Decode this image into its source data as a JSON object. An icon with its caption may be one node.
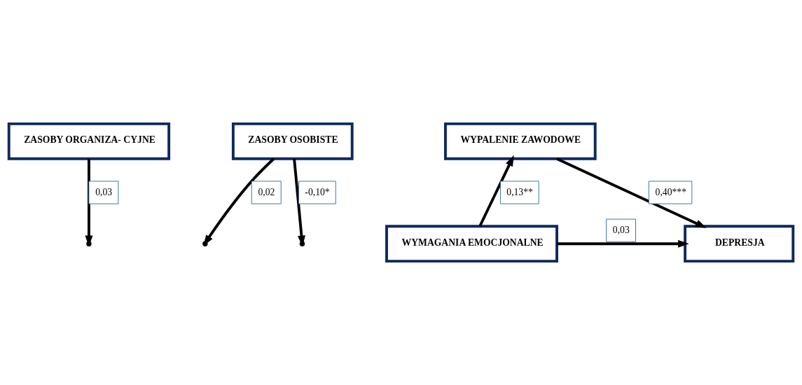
{
  "diagram": {
    "nodes": [
      {
        "text": [
          "ZASOBY ORGANIZA- CYJNE"
        ]
      },
      {
        "text": [
          "ZASOBY OSOBISTE"
        ]
      },
      {
        "text": [
          "WYPALENIE ZAWODOWE"
        ]
      },
      {
        "text": [
          "WYMAGANIA EMOCJONALNE"
        ]
      },
      {
        "text": [
          "DEPRESJA"
        ]
      }
    ],
    "edges": [
      {
        "from": 0,
        "to": null,
        "arrow": "to",
        "label": "0,03"
      },
      {
        "from": 1,
        "to": null,
        "arrow": "to",
        "label": "0,02"
      },
      {
        "from": 1,
        "to": null,
        "arrow": "to",
        "label": "-0,10*"
      },
      {
        "from": 3,
        "to": 2,
        "arrow": "to",
        "label": "0,13**"
      },
      {
        "from": 2,
        "to": 4,
        "arrow": "to",
        "label": "0,40***"
      },
      {
        "from": 3,
        "to": 4,
        "arrow": "to",
        "label": "0,03"
      }
    ]
  }
}
